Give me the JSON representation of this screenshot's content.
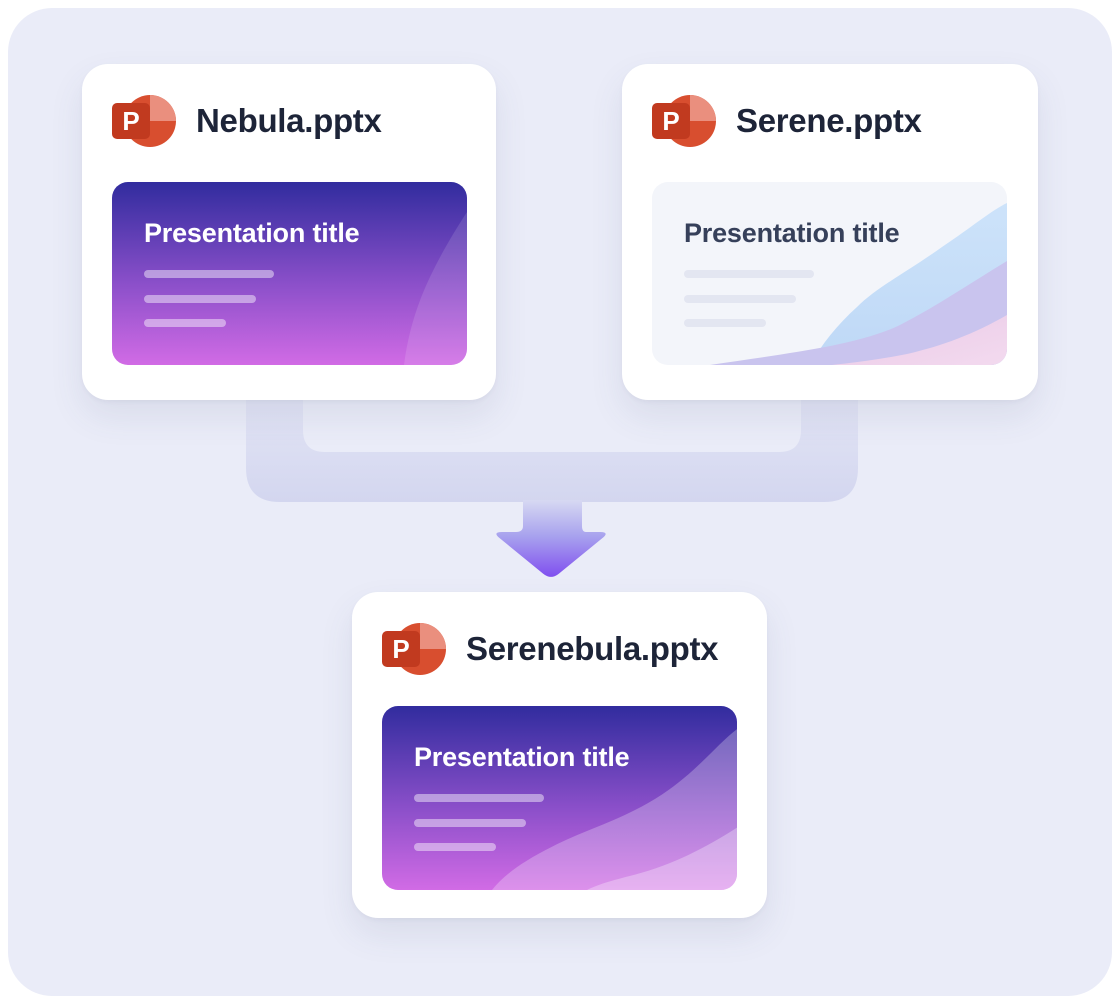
{
  "illustration": {
    "panel_bg": "#EAECF8",
    "arrow_accent": "#7D49EF",
    "powerpoint_tile_red": "#C13A1F",
    "powerpoint_body_red": "#D84E2F",
    "slide_gradient_top": "#312C9E",
    "slide_gradient_bottom": "#D16BE5"
  },
  "cards": [
    {
      "filename": "Nebula.pptx",
      "slide_title": "Presentation title"
    },
    {
      "filename": "Serene.pptx",
      "slide_title": "Presentation title"
    },
    {
      "filename": "Serenebula.pptx",
      "slide_title": "Presentation title"
    }
  ],
  "icons": {
    "powerpoint_letter": "P"
  }
}
